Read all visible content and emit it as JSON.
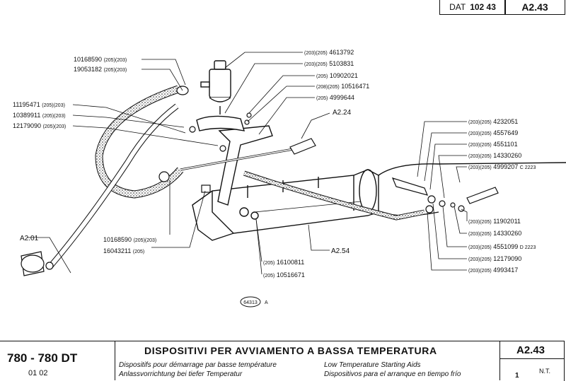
{
  "header": {
    "dat_label": "DAT",
    "dat_number": "102 43",
    "page_code": "A2.43"
  },
  "callouts": {
    "left": [
      {
        "num": "10168590",
        "codes": "(205)(203)"
      },
      {
        "num": "19053182",
        "codes": "(205)(203)"
      },
      {
        "num": "11195471",
        "codes": "(205)(203)"
      },
      {
        "num": "10389911",
        "codes": "(205)(203)"
      },
      {
        "num": "12179090",
        "codes": "(205)(203)"
      }
    ],
    "top_center": [
      {
        "codes": "(203)(205)",
        "num": "4613792"
      },
      {
        "codes": "(203)(205)",
        "num": "5103831"
      },
      {
        "codes": "(205)",
        "num": "10902021"
      },
      {
        "codes": "(208)(205)",
        "num": "10516471"
      },
      {
        "codes": "(205)",
        "num": "4999644"
      }
    ],
    "right_upper": [
      {
        "codes": "(203)(205)",
        "num": "4232051",
        "note": ""
      },
      {
        "codes": "(203)(205)",
        "num": "4557649",
        "note": ""
      },
      {
        "codes": "(203)(205)",
        "num": "4551101",
        "note": ""
      },
      {
        "codes": "(203)(205)",
        "num": "14330260",
        "note": ""
      },
      {
        "codes": "(203)(205)",
        "num": "4999207",
        "note": "C 2223"
      }
    ],
    "right_lower": [
      {
        "codes": "(203)(205)",
        "num": "11902011",
        "note": ""
      },
      {
        "codes": "(203)(205)",
        "num": "14330260",
        "note": ""
      },
      {
        "codes": "(203)(205)",
        "num": "4551099",
        "note": "D 2223"
      },
      {
        "codes": "(203)(205)",
        "num": "12179090",
        "note": ""
      },
      {
        "codes": "(203)(205)",
        "num": "4993417",
        "note": ""
      }
    ],
    "bottom_left": [
      {
        "num": "10168590",
        "codes": "(205)(203)"
      },
      {
        "num": "16043211",
        "codes": "(205)"
      }
    ],
    "bottom_center": [
      {
        "codes": "(205)",
        "num": "16100811"
      },
      {
        "codes": "(205)",
        "num": "10516671"
      }
    ],
    "refs": {
      "a224": "A2.24",
      "a201": "A2.01",
      "a254": "A2.54"
    },
    "figure_id": "64313",
    "figure_suffix": "A"
  },
  "title_block": {
    "model": "780 - 780 DT",
    "codes": "01    02",
    "title": "DISPOSITIVI PER AVVIAMENTO A BASSA TEMPERATURA",
    "fr": "Dispositifs pour démarrage par basse température",
    "de": "Anlassvorrichtung bei tiefer Temperatur",
    "en": "Low Temperature Starting Aids",
    "es": "Dispositivos para el arranque en tiempo frío",
    "code": "A2.43",
    "sheet": "1",
    "nt": "N.T."
  }
}
